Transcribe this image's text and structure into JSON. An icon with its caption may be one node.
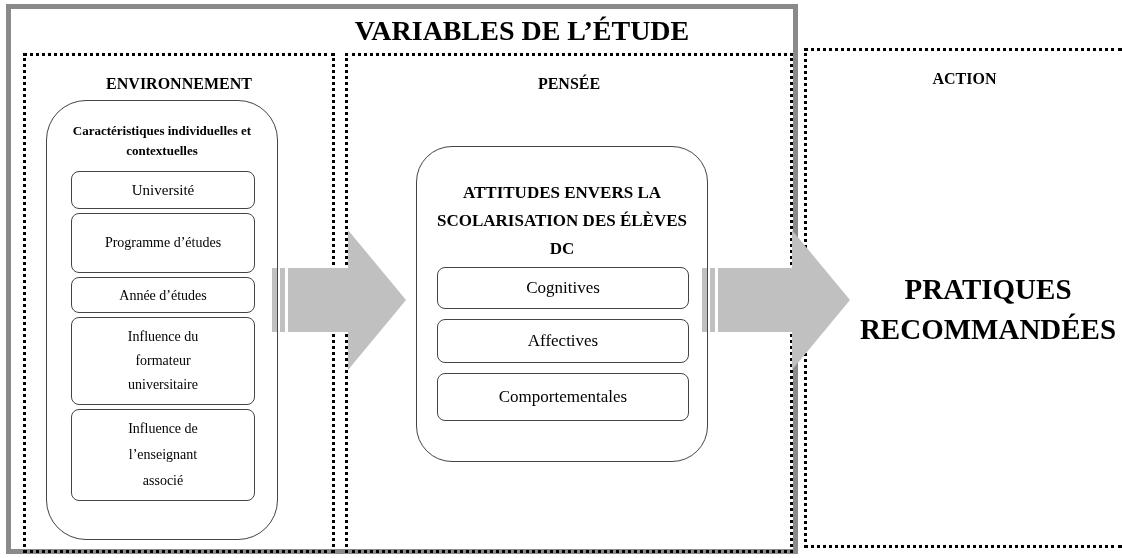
{
  "diagram": {
    "nodes": [
      {
        "text": [
          "VARIABLES DE L’ÉTUDE"
        ]
      },
      {
        "text": [
          "ENVIRONNEMENT"
        ],
        "in": 0
      },
      {
        "text": [
          "PENSÉE"
        ],
        "in": 0
      },
      {
        "text": [
          "ACTION"
        ]
      },
      {
        "text": [
          "Caractéristiques individuelles et contextuelles"
        ],
        "in": 1
      },
      {
        "text": [
          "Université"
        ],
        "in": 4
      },
      {
        "text": [
          "Programme d’études"
        ],
        "in": 4
      },
      {
        "text": [
          "Année d’études"
        ],
        "in": 4
      },
      {
        "text": [
          "Influence du formateur universitaire"
        ],
        "in": 4
      },
      {
        "text": [
          "Influence de l’enseignant associé"
        ],
        "in": 4
      },
      {
        "text": [
          "ATTITUDES ENVERS LA SCOLARISATION DES ÉLÈVES DC"
        ],
        "in": 2
      },
      {
        "text": [
          "Cognitives"
        ],
        "in": 10
      },
      {
        "text": [
          "Affectives"
        ],
        "in": 10
      },
      {
        "text": [
          "Comportementales"
        ],
        "in": 10
      },
      {
        "text": [
          "PRATIQUES RECOMMANDÉES"
        ],
        "in": 3
      }
    ],
    "edges": [
      {
        "from": 4,
        "to": 10,
        "arrow": "to"
      },
      {
        "from": 10,
        "to": 14,
        "arrow": "to"
      }
    ]
  }
}
